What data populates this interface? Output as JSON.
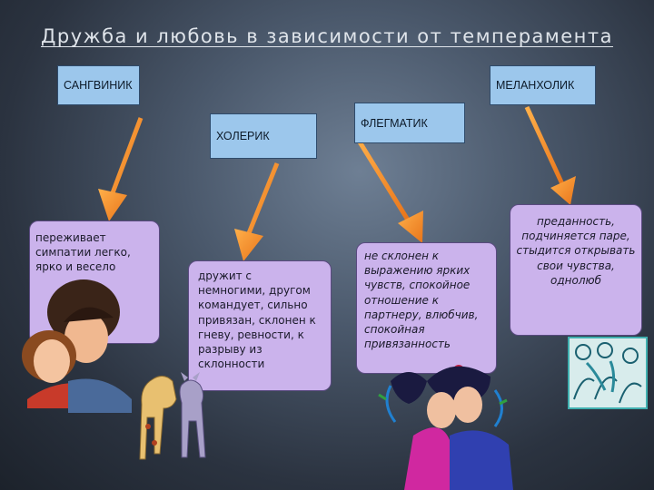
{
  "title": "Дружба и любовь в зависимости от темперамента",
  "types": {
    "sangvinik": "САНГВИНИК",
    "holerik": "ХОЛЕРИК",
    "flegmatik": "ФЛЕГМАТИК",
    "melanholik": "МЕЛАНХОЛИК"
  },
  "descriptions": {
    "sangvinik": "переживает симпатии легко, ярко и весело",
    "holerik": "дружит с немногими, другом командует, сильно привязан, склонен к гневу, ревности, к разрыву из склонности",
    "flegmatik": "не склонен к выражению ярких чувств, спокойное отношение к партнеру, влюбчив, спокойная привязанность",
    "melanholik": "преданность, подчиняется паре, стыдится открывать свои чувства, однолюб"
  },
  "colors": {
    "type_box": "#9cc7ec",
    "desc_box": "#cbb3ec",
    "arrow": "#f28a1e"
  },
  "icons": [
    "couple-clipart-icon",
    "dogs-clipart-icon",
    "dancing-couple-clipart-icon",
    "people-clipart-icon"
  ]
}
